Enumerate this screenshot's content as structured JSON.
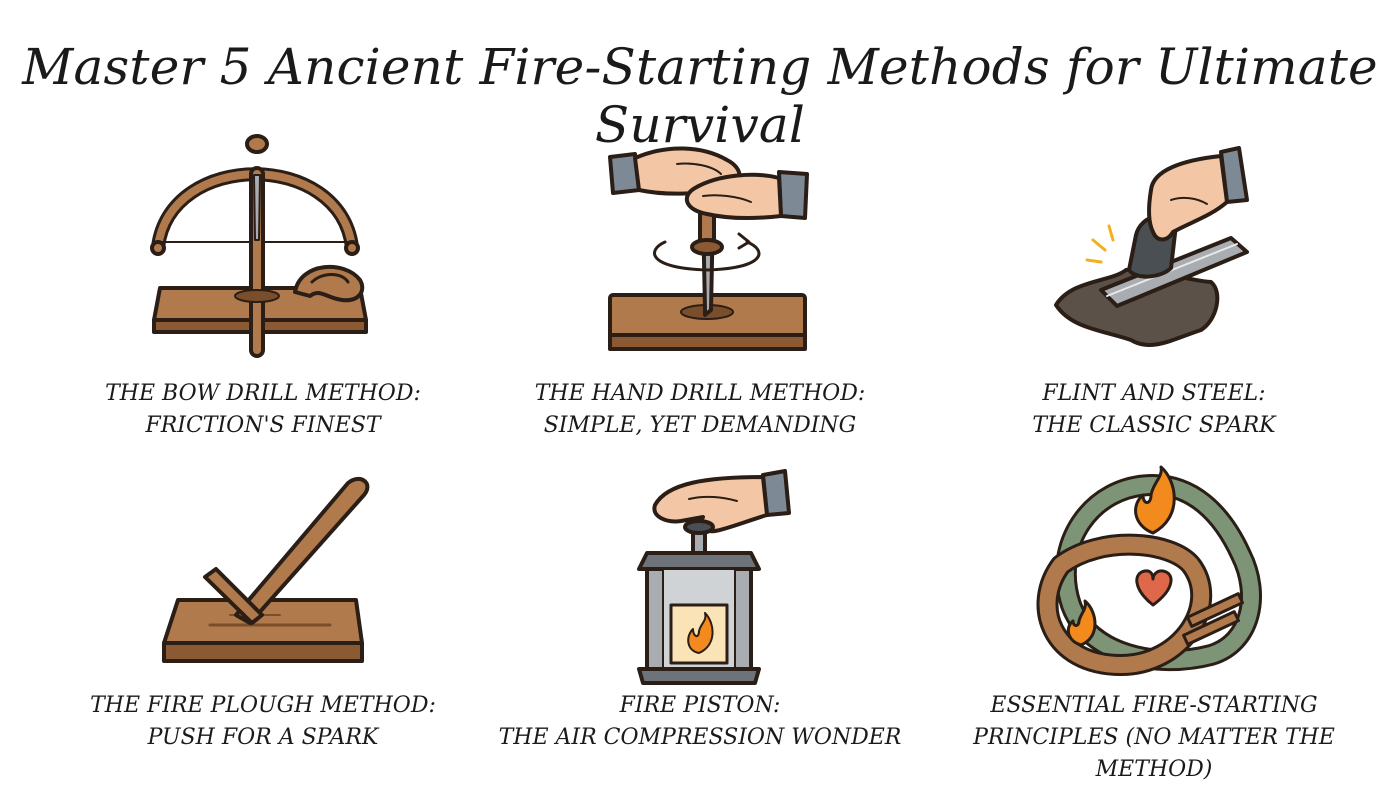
{
  "title": "Master 5 Ancient Fire-Starting Methods for Ultimate Survival",
  "methods": [
    {
      "icon": "bow-drill-icon",
      "line1": "THE BOW DRILL METHOD:",
      "line2": "FRICTION'S FINEST"
    },
    {
      "icon": "hand-drill-icon",
      "line1": "THE HAND DRILL METHOD:",
      "line2": "SIMPLE, YET DEMANDING"
    },
    {
      "icon": "flint-and-steel-icon",
      "line1": "FLINT AND STEEL:",
      "line2": "THE CLASSIC SPARK"
    },
    {
      "icon": "fire-plough-icon",
      "line1": "THE FIRE PLOUGH METHOD:",
      "line2": "PUSH FOR A SPARK"
    },
    {
      "icon": "fire-piston-icon",
      "line1": "FIRE PISTON:",
      "line2": "THE AIR COMPRESSION WONDER"
    },
    {
      "icon": "fire-principles-knot-icon",
      "line1": "ESSENTIAL FIRE-STARTING",
      "line2": "PRINCIPLES (NO MATTER THE METHOD)"
    }
  ],
  "colors": {
    "wood": "#b07a4c",
    "wood_dark": "#7a4e2a",
    "outline": "#2a1e16",
    "skin": "#f3c7a6",
    "sleeve": "#7d8a95",
    "metal": "#a9adb1",
    "flame": "#f28a1e",
    "rope_green": "#7e9477"
  }
}
